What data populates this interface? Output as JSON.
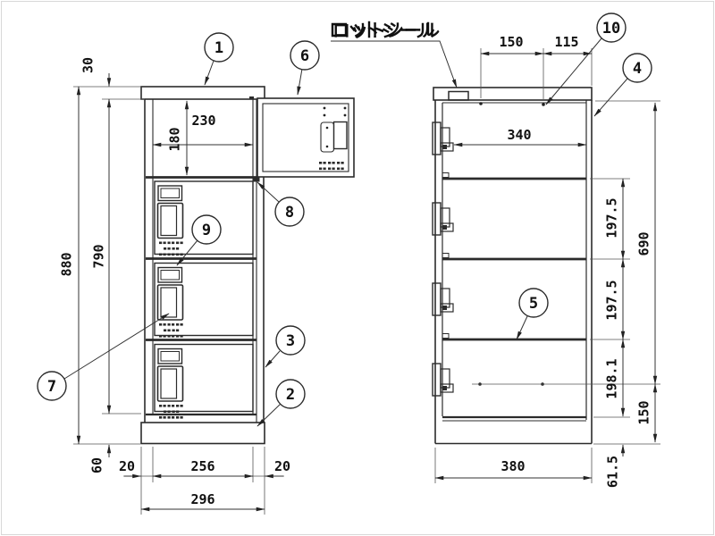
{
  "labels": {
    "lot_seal": "ロットシール"
  },
  "callouts": {
    "c1": "1",
    "c2": "2",
    "c3": "3",
    "c4": "4",
    "c5": "5",
    "c6": "6",
    "c7": "7",
    "c8": "8",
    "c9": "9",
    "c10": "10"
  },
  "front_dims": {
    "plate_thickness": "30",
    "overall_height": "880",
    "body_height": "790",
    "opening_width": "230",
    "opening_height": "180",
    "base_height": "60",
    "side_left": "20",
    "inner_width": "256",
    "side_right": "20",
    "overall_width": "296"
  },
  "side_dims": {
    "hole_pitch": "150",
    "hole_to_edge": "115",
    "inner_depth": "340",
    "section_1": "197.5",
    "section_2": "197.5",
    "section_3": "198.1",
    "door_area_height": "690",
    "hole_to_bottom": "150",
    "bottom_offset": "61.5",
    "overall_depth": "380"
  }
}
